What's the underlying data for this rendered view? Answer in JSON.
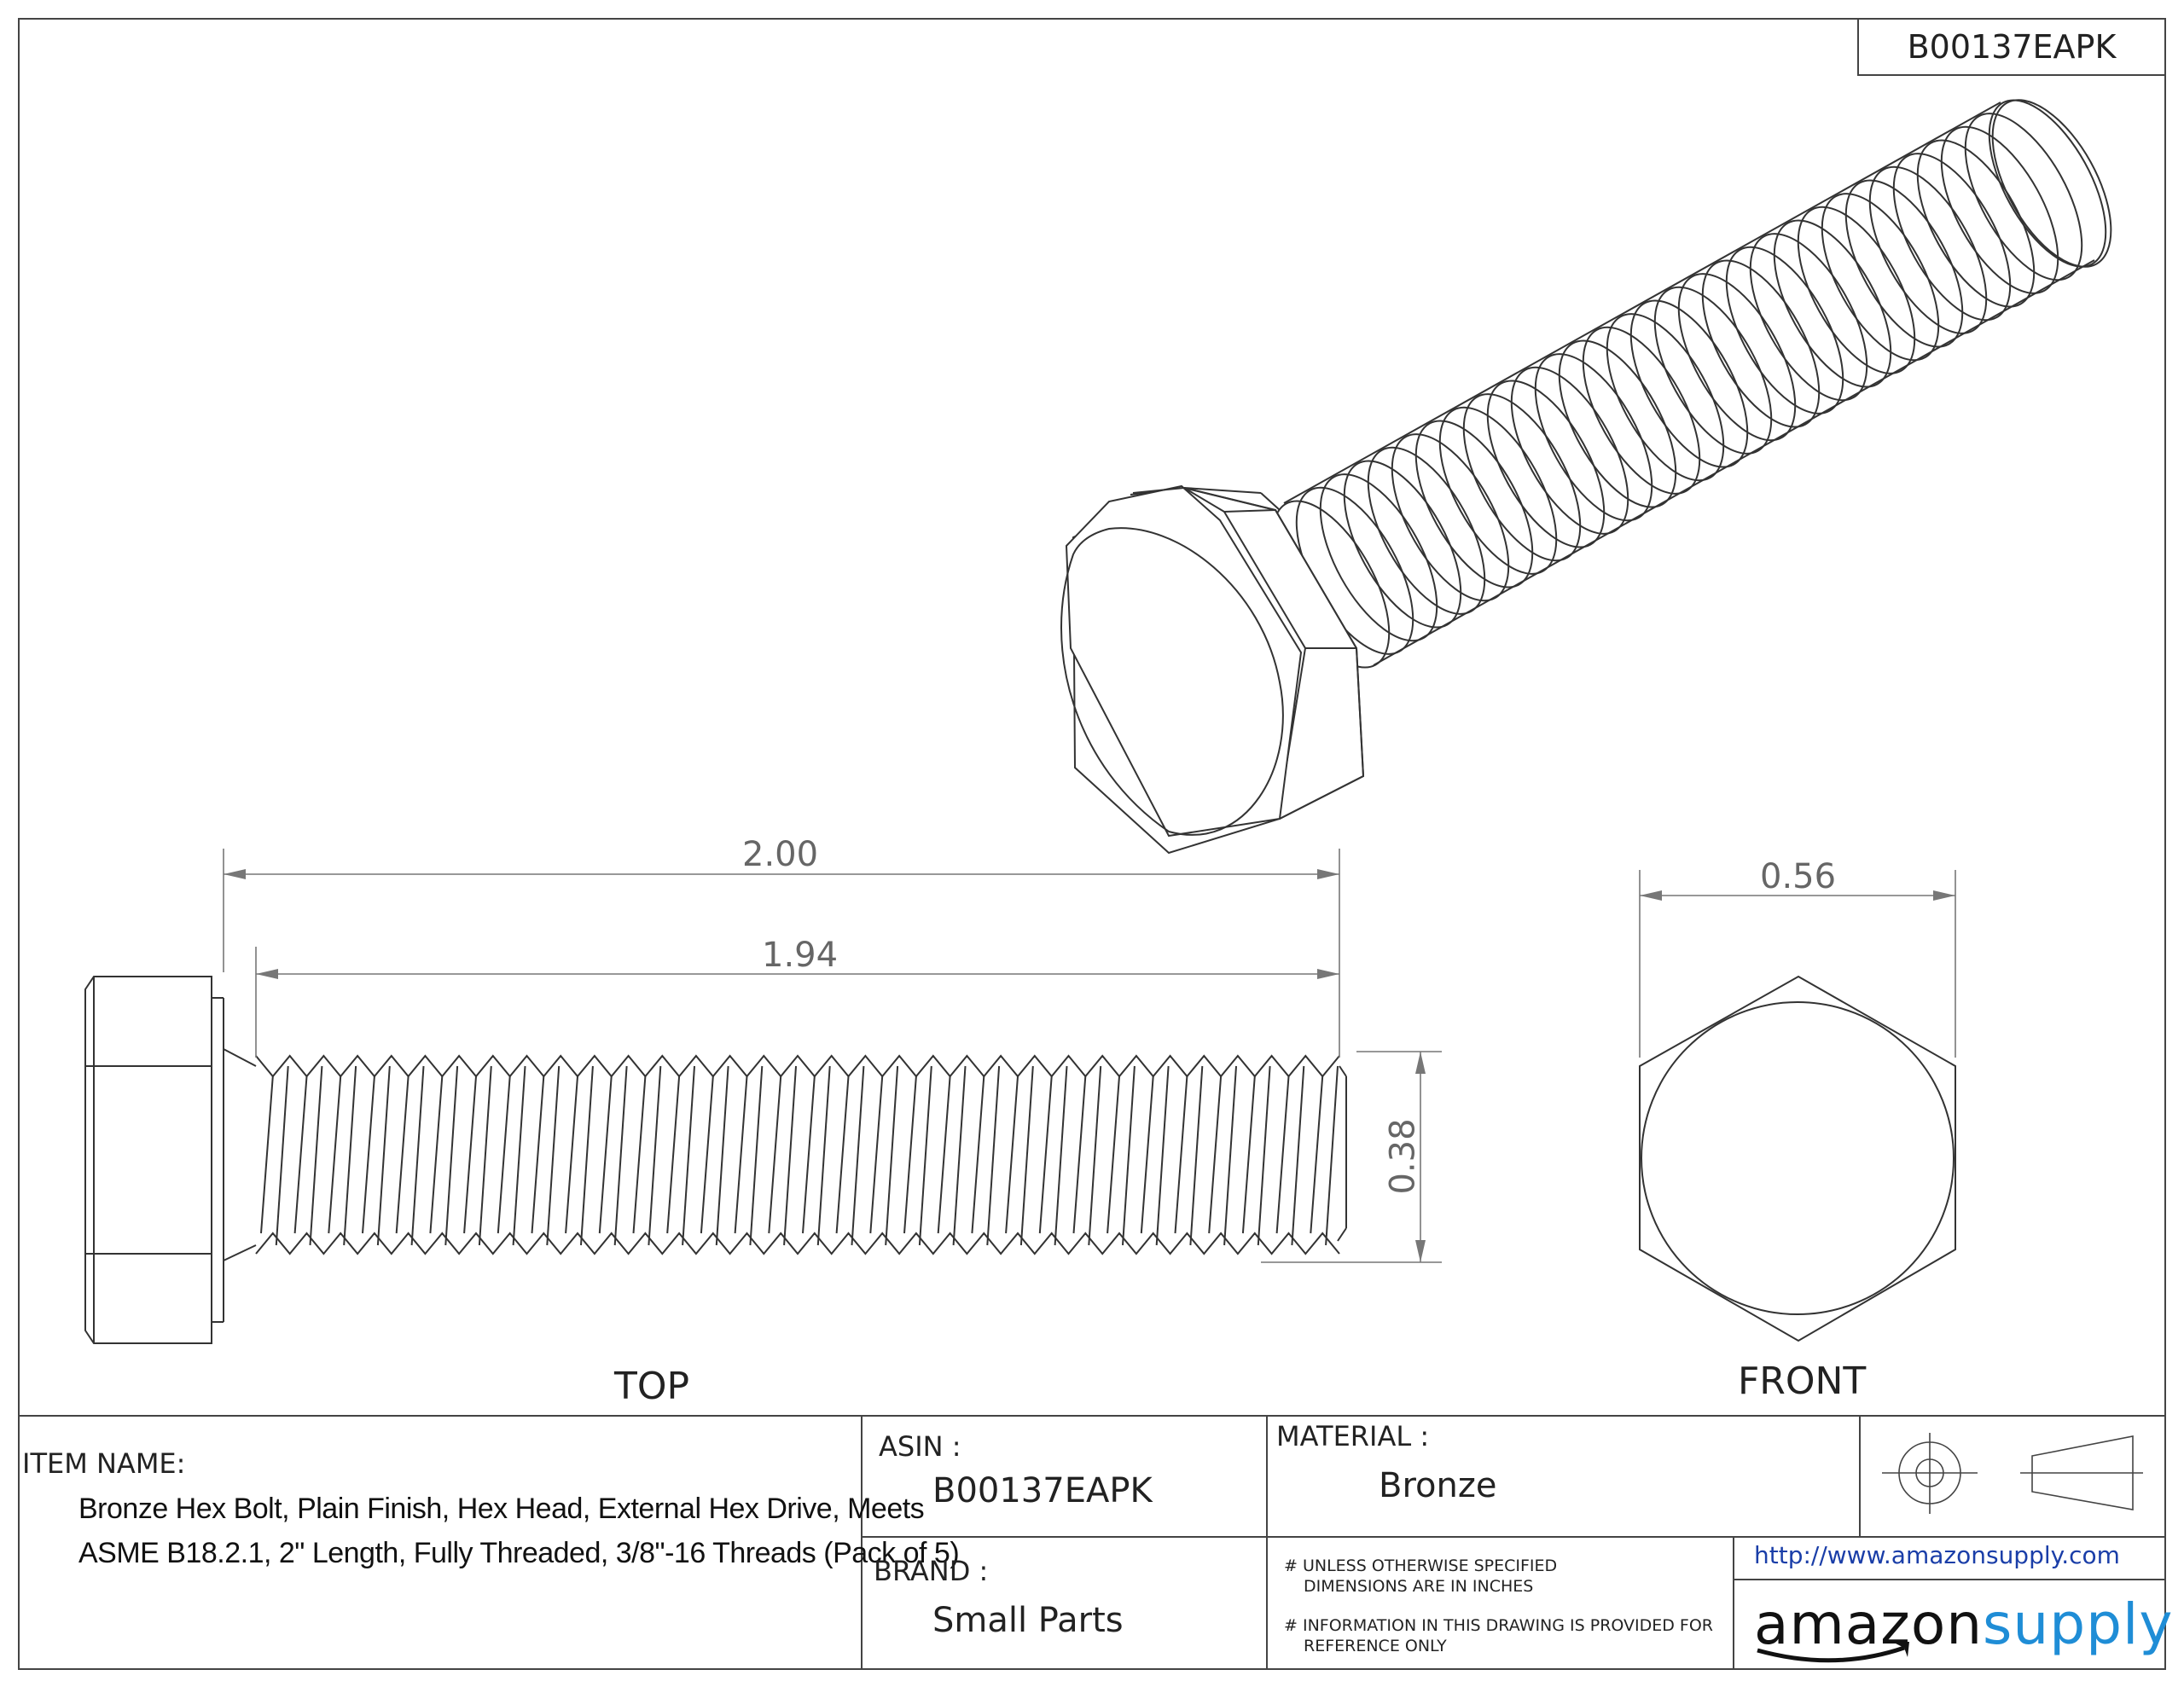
{
  "part_number": "B00137EAPK",
  "dimensions": {
    "overall_length": "2.00",
    "thread_length": "1.94",
    "thread_diameter": "0.38",
    "hex_across_flats": "0.56"
  },
  "views": {
    "top": "TOP",
    "front": "FRONT"
  },
  "title_block": {
    "item_name_label": "ITEM NAME:",
    "item_name_line1": "Bronze Hex Bolt, Plain Finish, Hex Head, External Hex Drive, Meets",
    "item_name_line2": "ASME B18.2.1, 2\" Length, Fully Threaded, 3/8\"-16 Threads (Pack of 5)",
    "asin_label": "ASIN :",
    "asin_value": "B00137EAPK",
    "material_label": "MATERIAL :",
    "material_value": "Bronze",
    "brand_label": "BRAND :",
    "brand_value": "Small Parts",
    "note1_line1": "# UNLESS OTHERWISE SPECIFIED",
    "note1_line2": "DIMENSIONS ARE IN INCHES",
    "note2_line1": "# INFORMATION IN THIS DRAWING IS PROVIDED FOR",
    "note2_line2": "REFERENCE ONLY",
    "url": "http://www.amazonsupply.com",
    "logo_amazon": "amazon",
    "logo_supply": "supply"
  },
  "colors": {
    "line": "#333333",
    "dimension": "#666666",
    "logo_blue": "#1f8dd6",
    "url_blue": "#1a3ea8"
  }
}
